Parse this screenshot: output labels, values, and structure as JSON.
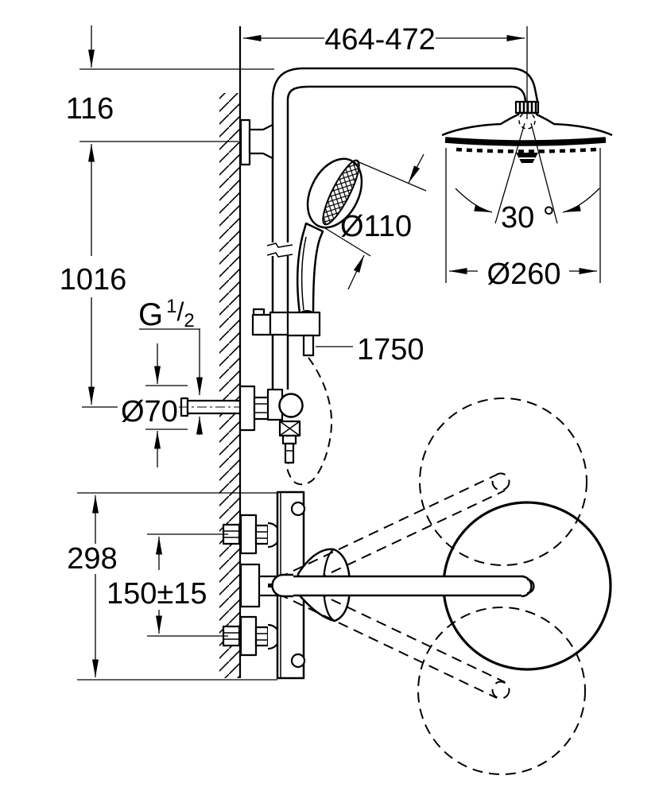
{
  "labels": {
    "arm_projection": "464-472",
    "bracket_offset": "116",
    "pipe_height": "1016",
    "thread_g": "G",
    "thread_num": "1",
    "thread_slash": "/",
    "thread_den": "2",
    "escutcheon_dia": "Ø70",
    "handshower_dia": "Ø110",
    "swivel_angle": "30 °",
    "head_dia": "Ø260",
    "hose_length": "1750",
    "plan_depth": "298",
    "inlet_spacing": "150±15"
  },
  "colors": {
    "ink": "#000000",
    "paper": "#ffffff"
  }
}
